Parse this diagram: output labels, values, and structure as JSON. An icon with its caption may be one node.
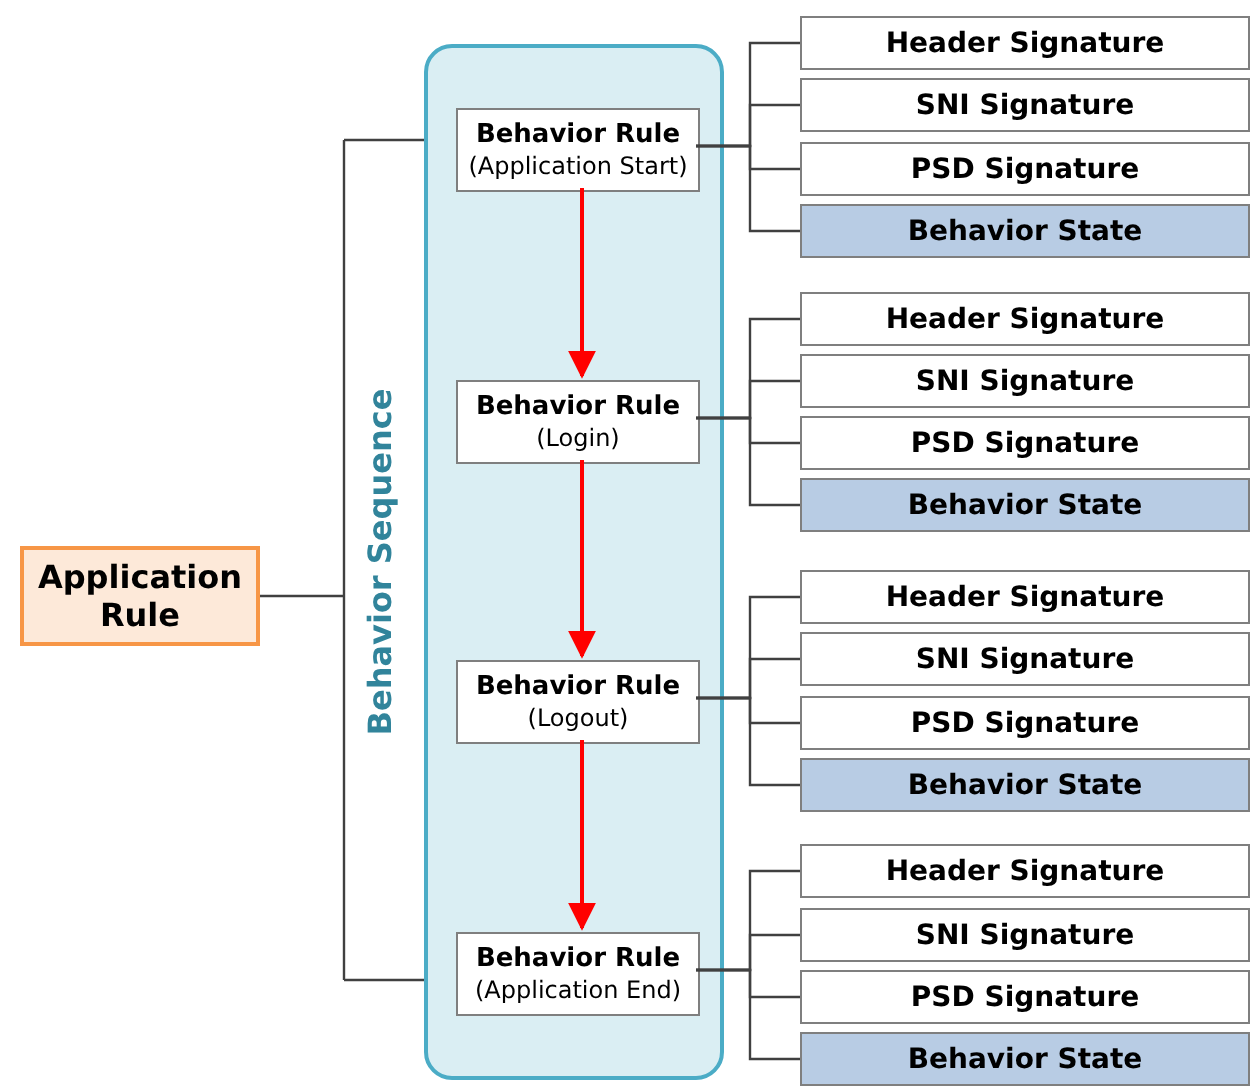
{
  "diagram": {
    "nodes": [
      {
        "text": [
          "Application Rule"
        ]
      },
      {
        "text": [
          "Behavior Sequence"
        ]
      },
      {
        "text": [
          "Behavior Rule",
          "(Application Start)"
        ],
        "in": 1
      },
      {
        "text": [
          "Behavior Rule",
          "(Login)"
        ],
        "in": 1
      },
      {
        "text": [
          "Behavior Rule",
          "(Logout)"
        ],
        "in": 1
      },
      {
        "text": [
          "Behavior Rule",
          "(Application End)"
        ],
        "in": 1
      },
      {
        "text": [
          "Header Signature"
        ]
      },
      {
        "text": [
          "SNI Signature"
        ]
      },
      {
        "text": [
          "PSD Signature"
        ]
      },
      {
        "text": [
          "Behavior State"
        ]
      },
      {
        "text": [
          "Header Signature"
        ]
      },
      {
        "text": [
          "SNI Signature"
        ]
      },
      {
        "text": [
          "PSD Signature"
        ]
      },
      {
        "text": [
          "Behavior State"
        ]
      },
      {
        "text": [
          "Header Signature"
        ]
      },
      {
        "text": [
          "SNI Signature"
        ]
      },
      {
        "text": [
          "PSD Signature"
        ]
      },
      {
        "text": [
          "Behavior State"
        ]
      },
      {
        "text": [
          "Header Signature"
        ]
      },
      {
        "text": [
          "SNI Signature"
        ]
      },
      {
        "text": [
          "PSD Signature"
        ]
      },
      {
        "text": [
          "Behavior State"
        ]
      }
    ],
    "edges": [
      {
        "from": 0,
        "to": 1,
        "arrow": "none"
      },
      {
        "from": 2,
        "to": 3,
        "arrow": "to",
        "color": "#ff0000"
      },
      {
        "from": 3,
        "to": 4,
        "arrow": "to",
        "color": "#ff0000"
      },
      {
        "from": 4,
        "to": 5,
        "arrow": "to",
        "color": "#ff0000"
      },
      {
        "from": 2,
        "to": 6,
        "arrow": "none"
      },
      {
        "from": 2,
        "to": 7,
        "arrow": "none"
      },
      {
        "from": 2,
        "to": 8,
        "arrow": "none"
      },
      {
        "from": 2,
        "to": 9,
        "arrow": "none"
      },
      {
        "from": 3,
        "to": 10,
        "arrow": "none"
      },
      {
        "from": 3,
        "to": 11,
        "arrow": "none"
      },
      {
        "from": 3,
        "to": 12,
        "arrow": "none"
      },
      {
        "from": 3,
        "to": 13,
        "arrow": "none"
      },
      {
        "from": 4,
        "to": 14,
        "arrow": "none"
      },
      {
        "from": 4,
        "to": 15,
        "arrow": "none"
      },
      {
        "from": 4,
        "to": 16,
        "arrow": "none"
      },
      {
        "from": 4,
        "to": 17,
        "arrow": "none"
      },
      {
        "from": 5,
        "to": 18,
        "arrow": "none"
      },
      {
        "from": 5,
        "to": 19,
        "arrow": "none"
      },
      {
        "from": 5,
        "to": 20,
        "arrow": "none"
      },
      {
        "from": 5,
        "to": 21,
        "arrow": "none"
      }
    ]
  }
}
